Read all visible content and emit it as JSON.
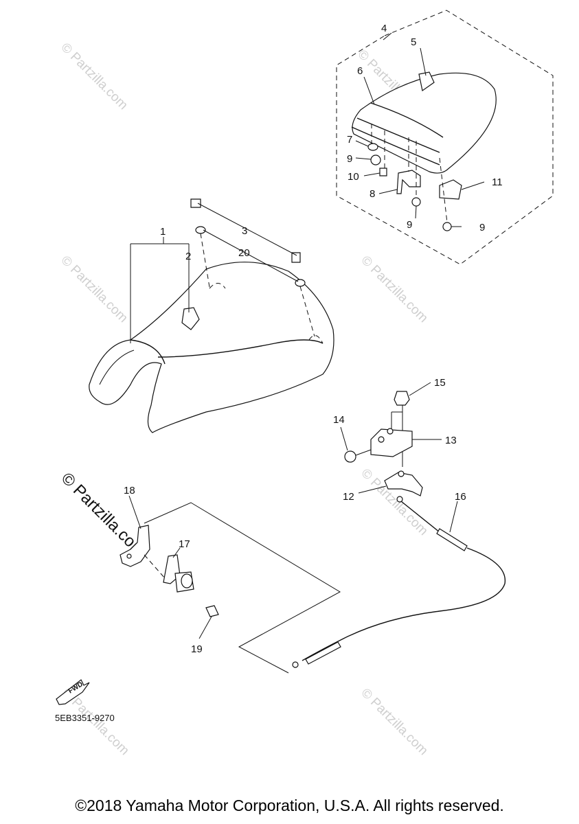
{
  "callouts": {
    "c1": "1",
    "c2": "2",
    "c3": "3",
    "c4": "4",
    "c5": "5",
    "c6": "6",
    "c7": "7",
    "c8": "8",
    "c9a": "9",
    "c9b": "9",
    "c9c": "9",
    "c10": "10",
    "c11": "11",
    "c12": "12",
    "c13": "13",
    "c14": "14",
    "c15": "15",
    "c16": "16",
    "c17": "17",
    "c18": "18",
    "c19": "19",
    "c20": "20"
  },
  "fwd_label": "FWD",
  "diagram_code": "5EB3351-9270",
  "watermark": "© Partzilla.com",
  "copyright": "©2018 Yamaha Motor Corporation, U.S.A. All rights reserved."
}
